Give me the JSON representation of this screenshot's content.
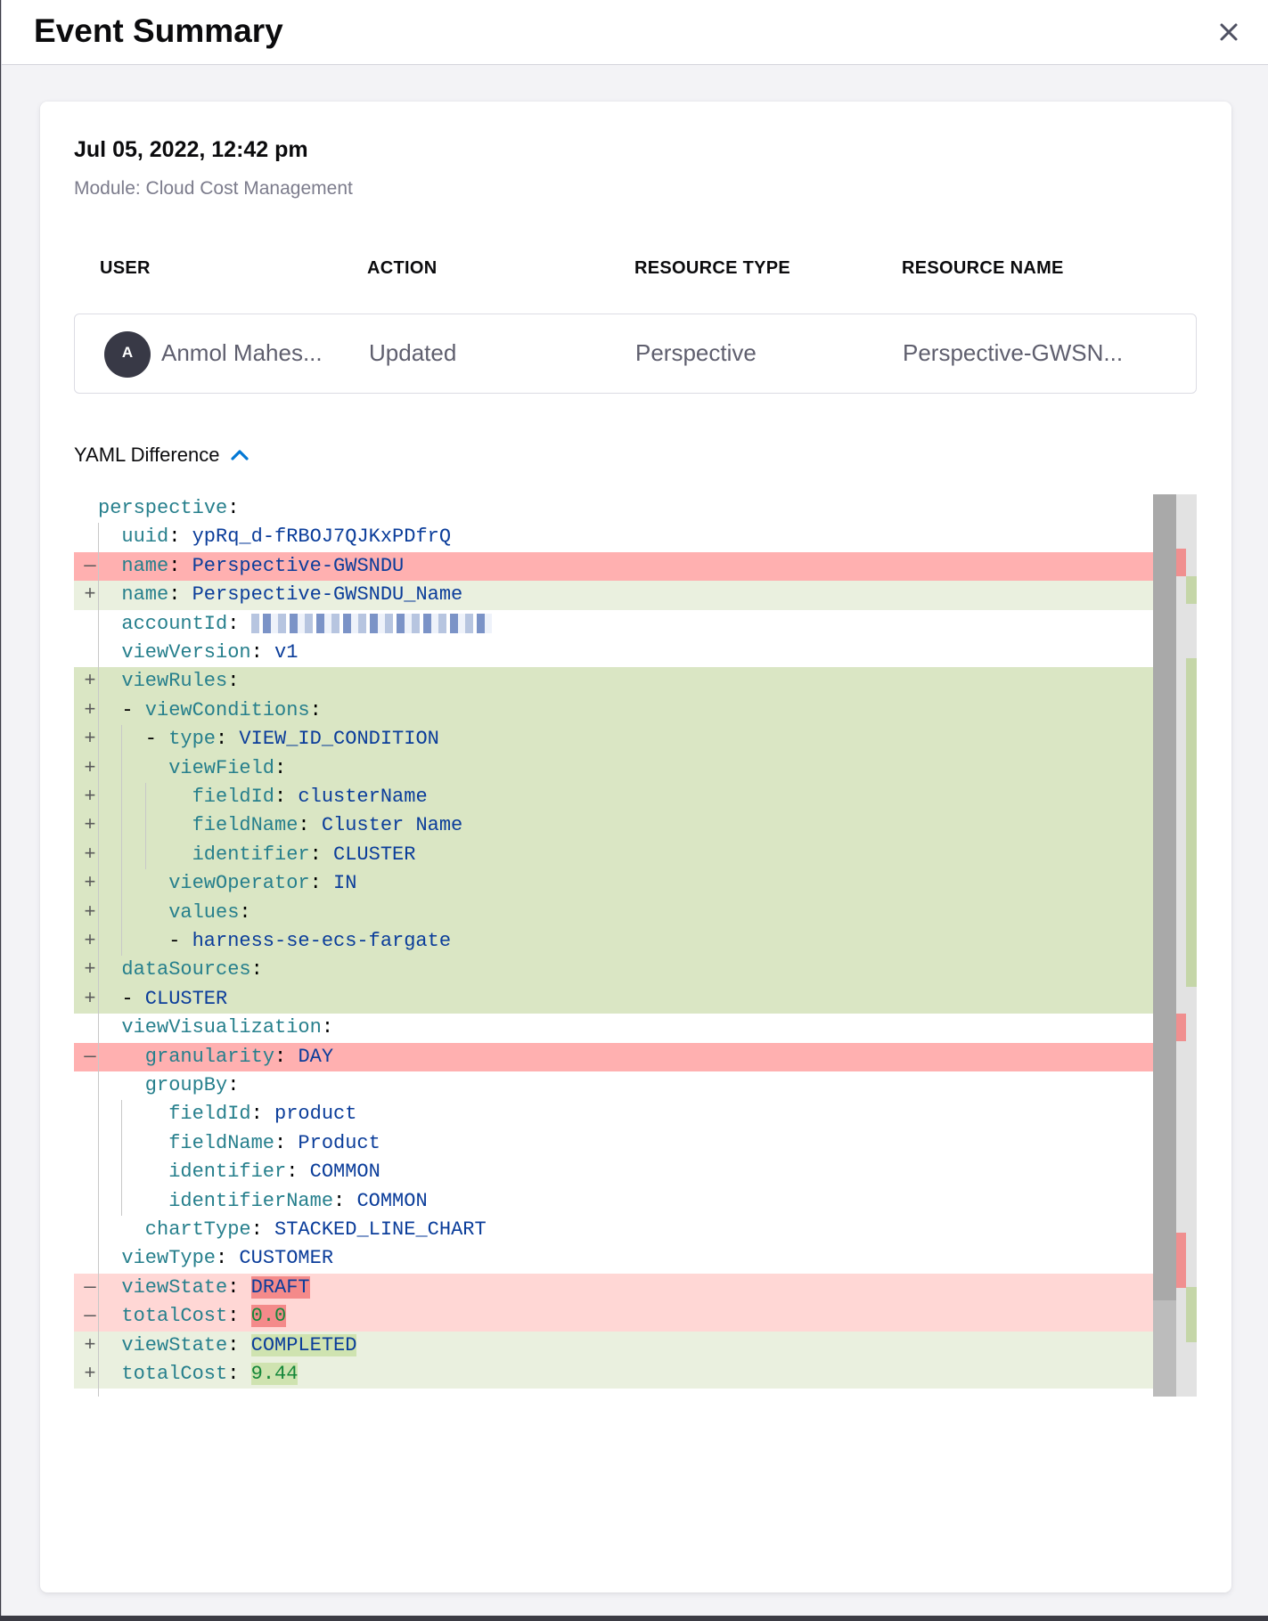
{
  "header": {
    "title": "Event Summary"
  },
  "event": {
    "date": "Jul 05, 2022, 12:42 pm",
    "module": "Module: Cloud Cost Management"
  },
  "table": {
    "columns": [
      "USER",
      "ACTION",
      "RESOURCE TYPE",
      "RESOURCE NAME"
    ],
    "row": {
      "avatar_initial": "A",
      "user": "Anmol Mahes...",
      "action": "Updated",
      "resource_type": "Perspective",
      "resource_name": "Perspective-GWSN..."
    }
  },
  "yaml": {
    "toggle_label": "YAML Difference",
    "lines": [
      {
        "type": "ctx",
        "marker": "",
        "indent": 0,
        "key": "perspective",
        "value": ""
      },
      {
        "type": "ctx",
        "marker": "",
        "indent": 1,
        "key": "uuid",
        "value": "ypRq_d-fRBOJ7QJKxPDfrQ"
      },
      {
        "type": "del",
        "marker": "—",
        "indent": 1,
        "key": "name",
        "value": "Perspective-GWSNDU"
      },
      {
        "type": "add",
        "marker": "+",
        "indent": 1,
        "key": "name",
        "value": "Perspective-GWSNDU_Name"
      },
      {
        "type": "ctx",
        "marker": "",
        "indent": 1,
        "key": "accountId",
        "value": ""
      },
      {
        "type": "ctx",
        "marker": "",
        "indent": 1,
        "key": "viewVersion",
        "value": "v1"
      },
      {
        "type": "add2",
        "marker": "+",
        "indent": 1,
        "key": "viewRules",
        "value": ""
      },
      {
        "type": "add2",
        "marker": "+",
        "indent": 1,
        "dash": true,
        "key": "viewConditions",
        "value": ""
      },
      {
        "type": "add2",
        "marker": "+",
        "indent": 2,
        "dash": true,
        "key": "type",
        "value": "VIEW_ID_CONDITION"
      },
      {
        "type": "add2",
        "marker": "+",
        "indent": 3,
        "key": "viewField",
        "value": ""
      },
      {
        "type": "add2",
        "marker": "+",
        "indent": 4,
        "key": "fieldId",
        "value": "clusterName"
      },
      {
        "type": "add2",
        "marker": "+",
        "indent": 4,
        "key": "fieldName",
        "value": "Cluster Name"
      },
      {
        "type": "add2",
        "marker": "+",
        "indent": 4,
        "key": "identifier",
        "value": "CLUSTER"
      },
      {
        "type": "add2",
        "marker": "+",
        "indent": 3,
        "key": "viewOperator",
        "value": "IN"
      },
      {
        "type": "add2",
        "marker": "+",
        "indent": 3,
        "key": "values",
        "value": ""
      },
      {
        "type": "add2",
        "marker": "+",
        "indent": 3,
        "dash": true,
        "key": "",
        "value": "harness-se-ecs-fargate"
      },
      {
        "type": "add2",
        "marker": "+",
        "indent": 1,
        "key": "dataSources",
        "value": ""
      },
      {
        "type": "add2",
        "marker": "+",
        "indent": 1,
        "dash": true,
        "key": "",
        "value": "CLUSTER"
      },
      {
        "type": "ctx",
        "marker": "",
        "indent": 1,
        "key": "viewVisualization",
        "value": ""
      },
      {
        "type": "del",
        "marker": "—",
        "indent": 2,
        "key": "granularity",
        "value": "DAY"
      },
      {
        "type": "ctx",
        "marker": "",
        "indent": 2,
        "key": "groupBy",
        "value": ""
      },
      {
        "type": "ctx",
        "marker": "",
        "indent": 3,
        "key": "fieldId",
        "value": "product"
      },
      {
        "type": "ctx",
        "marker": "",
        "indent": 3,
        "key": "fieldName",
        "value": "Product"
      },
      {
        "type": "ctx",
        "marker": "",
        "indent": 3,
        "key": "identifier",
        "value": "COMMON"
      },
      {
        "type": "ctx",
        "marker": "",
        "indent": 3,
        "key": "identifierName",
        "value": "COMMON"
      },
      {
        "type": "ctx",
        "marker": "",
        "indent": 2,
        "key": "chartType",
        "value": "STACKED_LINE_CHART"
      },
      {
        "type": "ctx",
        "marker": "",
        "indent": 1,
        "key": "viewType",
        "value": "CUSTOMER"
      },
      {
        "type": "del2",
        "marker": "—",
        "indent": 1,
        "key": "viewState",
        "value": "DRAFT",
        "hl": "del"
      },
      {
        "type": "del2",
        "marker": "—",
        "indent": 1,
        "key": "totalCost",
        "value": "0.0",
        "hl": "del",
        "numeric": true
      },
      {
        "type": "add",
        "marker": "+",
        "indent": 1,
        "key": "viewState",
        "value": "COMPLETED",
        "hl": "add"
      },
      {
        "type": "add",
        "marker": "+",
        "indent": 1,
        "key": "totalCost",
        "value": "9.44",
        "hl": "add",
        "numeric": true
      }
    ]
  },
  "colors": {
    "deleted_line": "#ffb0b0",
    "added_line": "#dae6c4",
    "yaml_key": "#267f8c",
    "yaml_value": "#0b3d9a",
    "toggle_chevron": "#0278d5"
  },
  "icons": {
    "close": "close-icon",
    "toggle": "chevron-up-icon",
    "avatar": "avatar"
  }
}
